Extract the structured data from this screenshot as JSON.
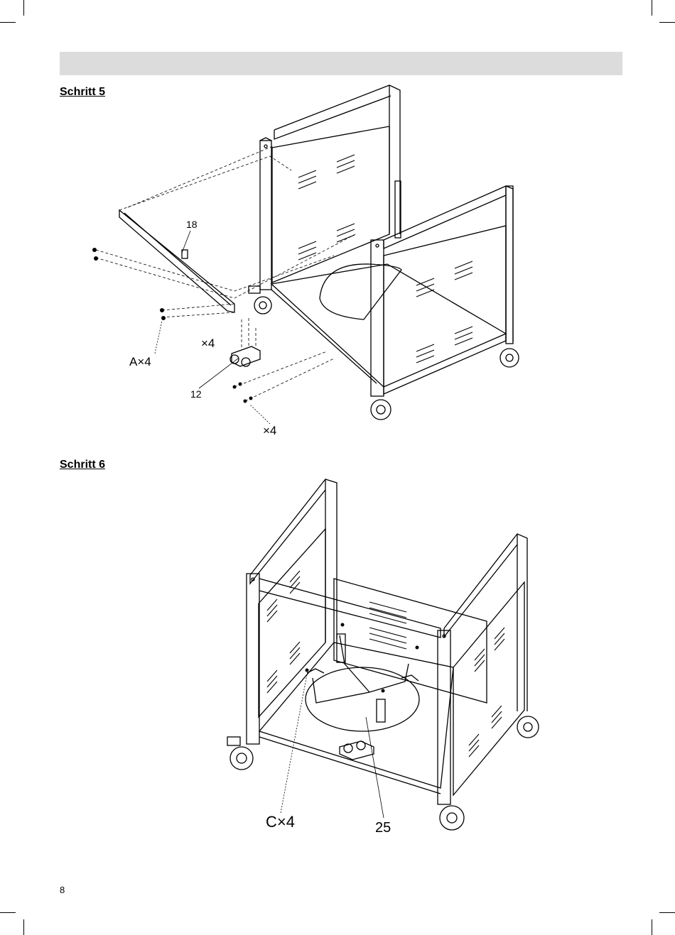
{
  "header": {
    "text": ""
  },
  "steps": [
    {
      "title": "Schritt 5",
      "callouts": {
        "part_a": "18",
        "part_b": "12",
        "qty_screws": "×4",
        "qty_nuts": "×4",
        "hardware": "A×4"
      }
    },
    {
      "title": "Schritt 6",
      "callouts": {
        "hardware": "C×4",
        "part": "25"
      }
    }
  ],
  "page_number": "8"
}
